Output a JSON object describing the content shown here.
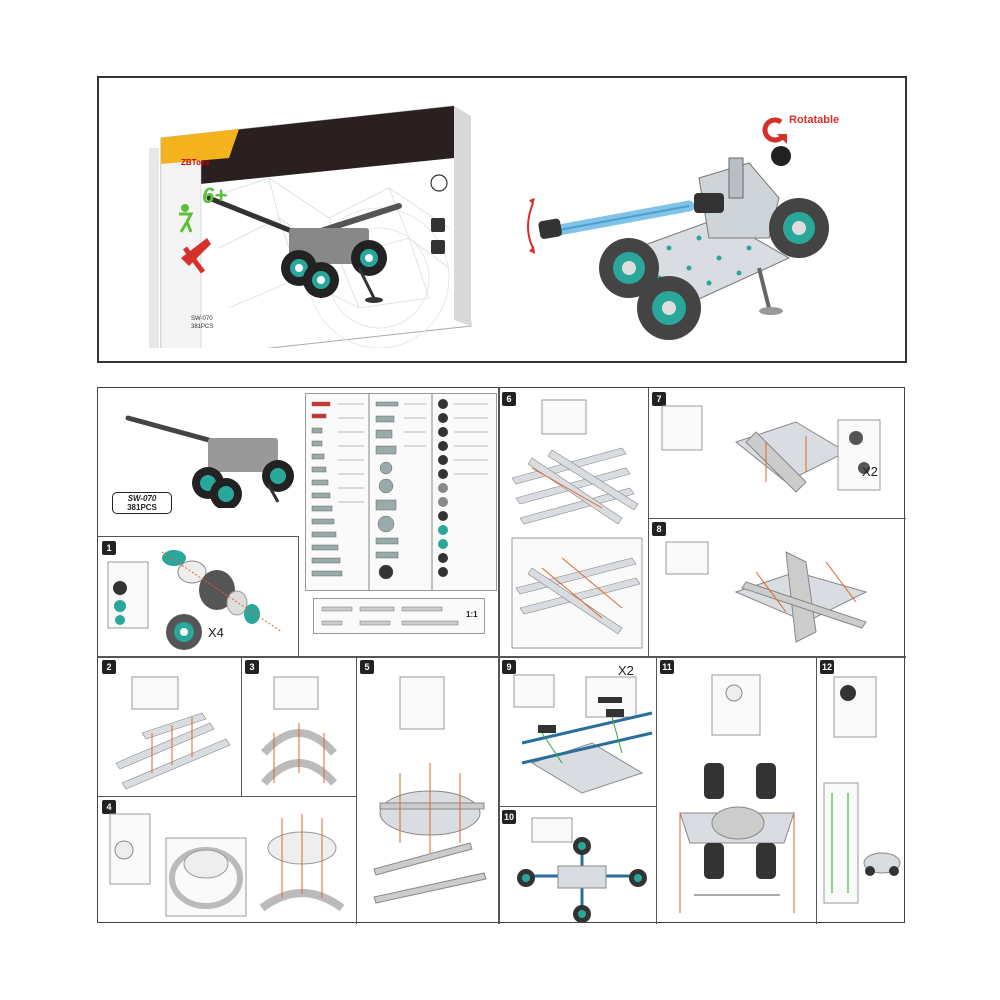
{
  "box": {
    "brand": "ZBToys",
    "age": "6+",
    "model": "SW-070",
    "pcs": "381PCS"
  },
  "hero": {
    "rotatable_label": "Rotatable"
  },
  "manual": {
    "model": "SW-070",
    "pcs": "381PCS",
    "scale": "1:1",
    "steps": [
      "1",
      "2",
      "3",
      "4",
      "5",
      "6",
      "7",
      "8",
      "9",
      "10",
      "11",
      "12"
    ],
    "multipliers": {
      "step1": "X4",
      "step7": "X2",
      "step9": "X2"
    }
  },
  "colors": {
    "teal": "#2aa79b",
    "axle_blue": "#7fc3e8",
    "box_dark": "#2b2020",
    "box_yellow": "#f4b21d",
    "red": "#d6302a",
    "orange_guide": "#e0662c"
  }
}
